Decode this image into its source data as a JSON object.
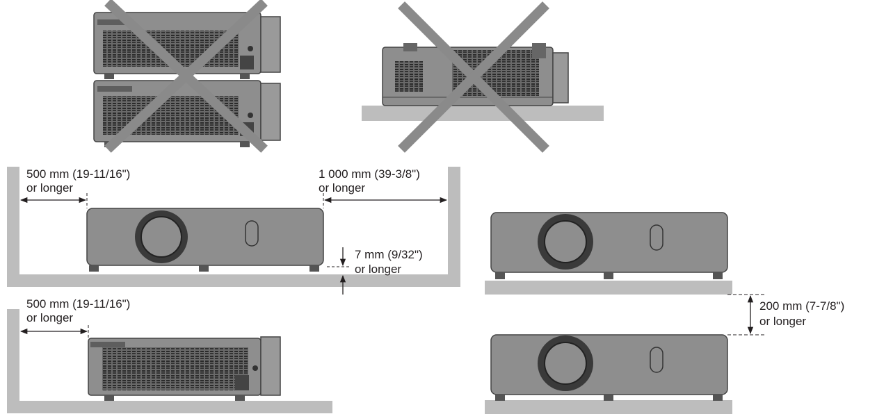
{
  "labels": {
    "left_top_line1": "500 mm (19-11/16\")",
    "left_top_line2": "or longer",
    "right_top_line1": "1 000 mm (39-3/8\")",
    "right_top_line2": "or longer",
    "bottom_gap_line1": "7 mm (9/32\")",
    "bottom_gap_line2": "or longer",
    "left_bottom_line1": "500 mm (19-11/16\")",
    "left_bottom_line2": "or longer",
    "stack_line1": "200 mm (7-7/8\")",
    "stack_line2": "or longer"
  },
  "colors": {
    "shelf": "#bdbdbd",
    "body": "#8e8e8e",
    "body_dark": "#5e5e5e",
    "cross": "#8a8a8a",
    "line": "#231f20"
  }
}
